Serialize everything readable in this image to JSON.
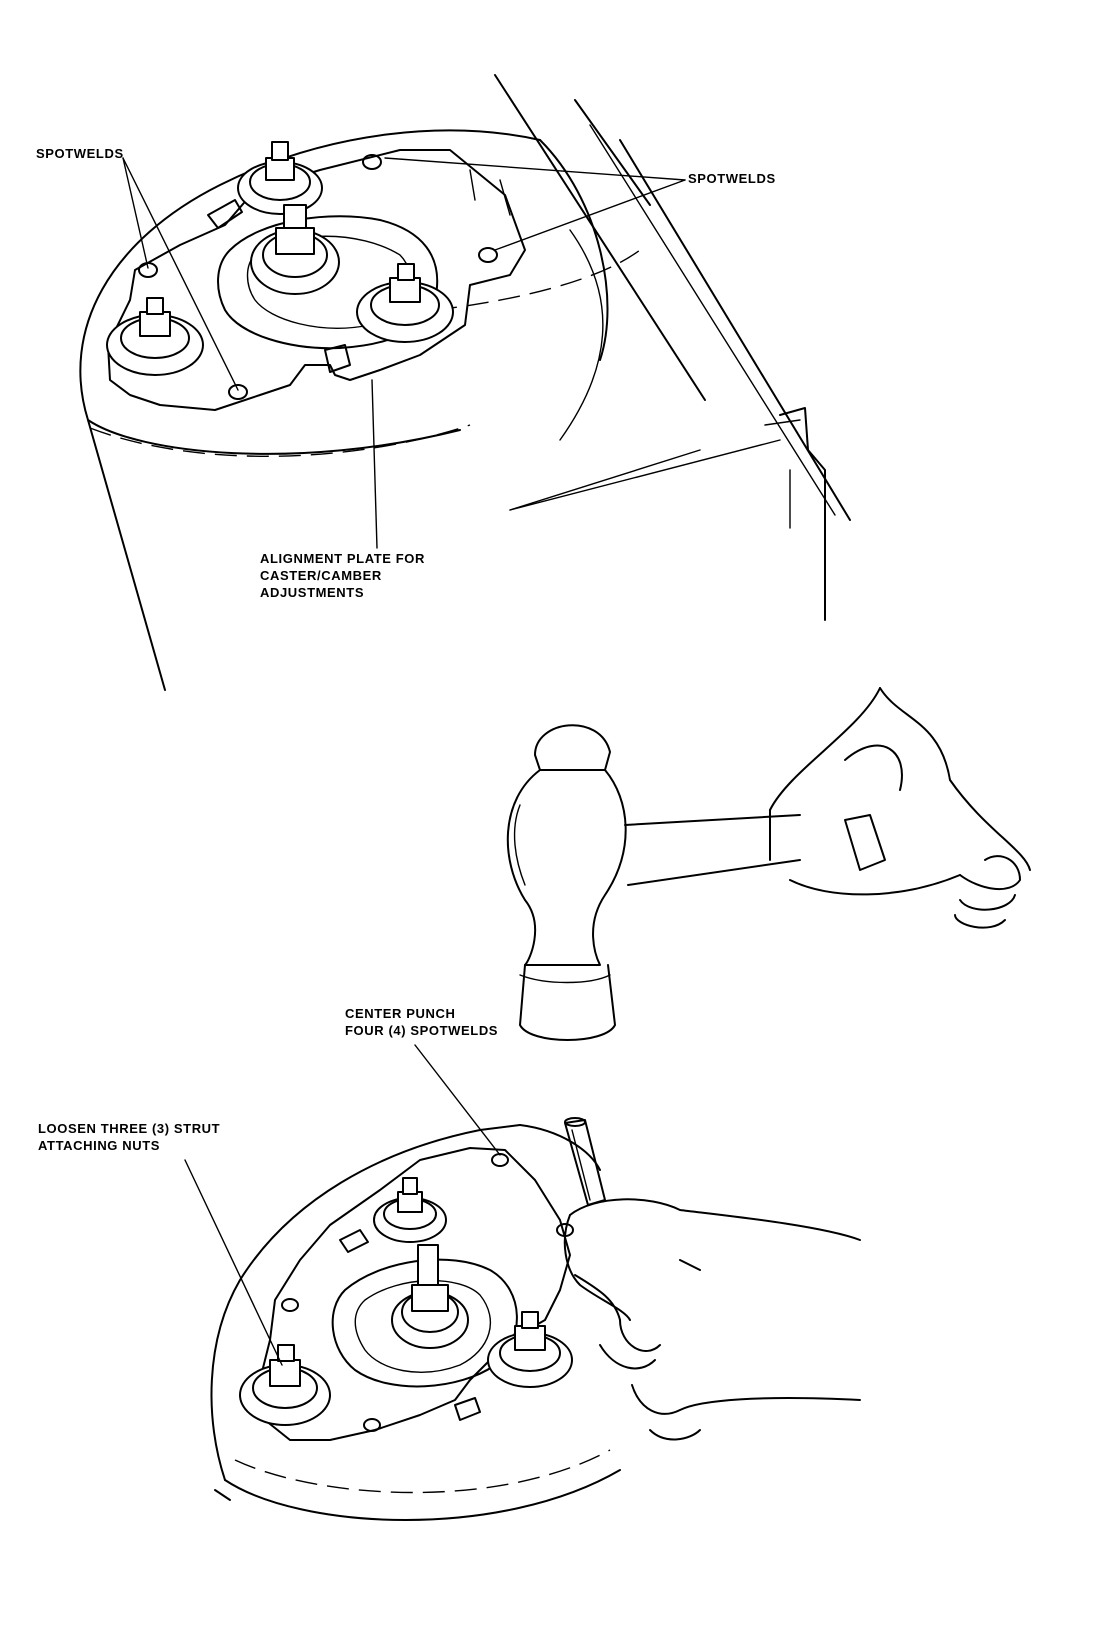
{
  "labels": {
    "top": {
      "spotwelds_left": "SPOTWELDS",
      "spotwelds_right": "SPOTWELDS",
      "alignment_plate": [
        "ALIGNMENT PLATE FOR",
        "CASTER/CAMBER",
        "ADJUSTMENTS"
      ]
    },
    "bottom": {
      "center_punch": [
        "CENTER PUNCH",
        "FOUR (4) SPOTWELDS"
      ],
      "loosen_nuts": [
        "LOOSEN THREE (3) STRUT",
        "ATTACHING NUTS"
      ]
    }
  },
  "icons": {
    "tool_1": "ball-peen-hammer",
    "tool_2": "center-punch",
    "part": "strut-tower-alignment-plate"
  }
}
